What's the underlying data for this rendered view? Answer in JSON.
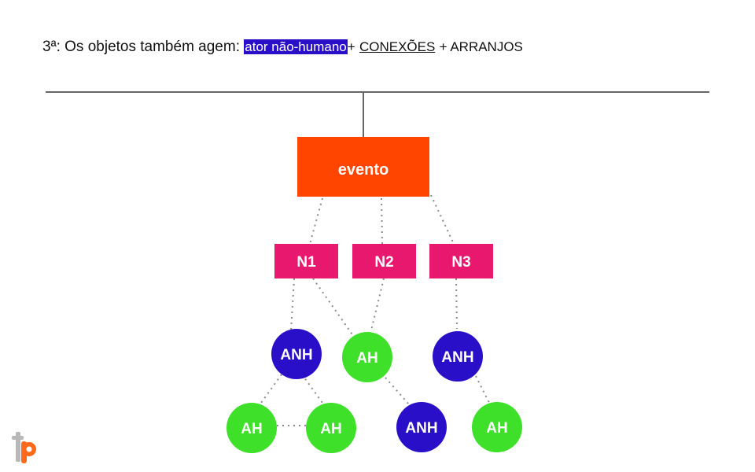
{
  "header": {
    "lead": "3ª: Os objetos também agem:",
    "highlight": "ator não-humano",
    "plus1": "+",
    "connections": "CONEXÕES",
    "plus2": "+ ARRANJOS"
  },
  "colors": {
    "event": "#ff4500",
    "network": "#e8186f",
    "non_human": "#2a0fc8",
    "human": "#3ee02a",
    "line": "#666666",
    "dotted": "#8a8a8a"
  },
  "nodes": {
    "event": "evento",
    "n1": "N1",
    "n2": "N2",
    "n3": "N3",
    "anh1": "ANH",
    "ah1": "AH",
    "anh2": "ANH",
    "ah2": "AH",
    "ah3": "AH",
    "anh3": "ANH",
    "ah4": "AH"
  }
}
